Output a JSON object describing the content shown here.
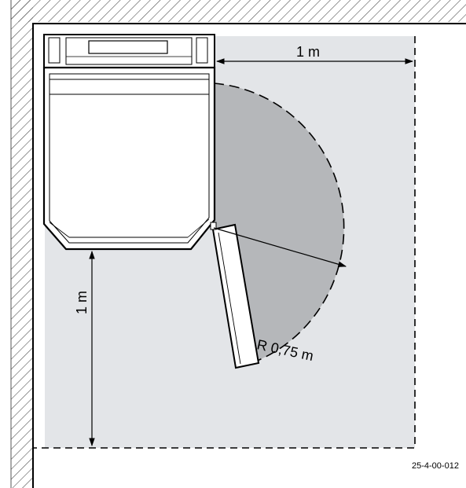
{
  "labels": {
    "top_dimension": "1 m",
    "left_dimension": "1 m",
    "radius": "R 0,75 m",
    "reference": "25-4-00-012"
  },
  "colors": {
    "clearance_area": "#e3e5e8",
    "door_swing": "#b5b7ba",
    "hatch": "#555555",
    "outline": "#000000",
    "background": "#ffffff"
  }
}
